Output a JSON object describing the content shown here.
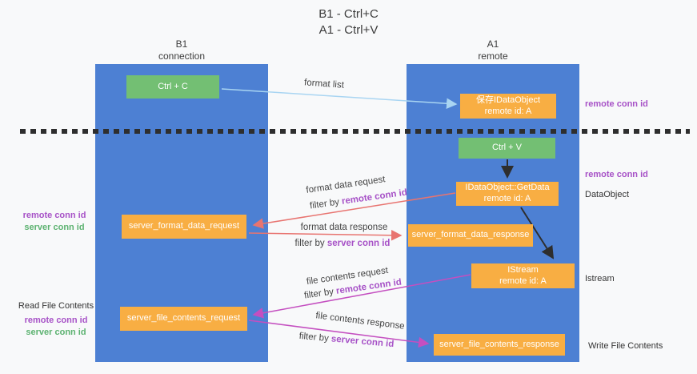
{
  "title": {
    "line1": "B1 - Ctrl+C",
    "line2": "A1 - Ctrl+V"
  },
  "columns": {
    "left": {
      "name": "B1",
      "subtitle": "connection"
    },
    "right": {
      "name": "A1",
      "subtitle": "remote"
    }
  },
  "boxes": {
    "ctrl_c": {
      "label": "Ctrl + C"
    },
    "save_idataobject": {
      "line1": "保存IDataObject",
      "line2": "remote id: A"
    },
    "ctrl_v": {
      "label": "Ctrl + V"
    },
    "getdata": {
      "line1": "IDataObject::GetData",
      "line2": "remote id: A"
    },
    "format_request": {
      "label": "server_format_data_request"
    },
    "format_response": {
      "label": "server_format_data_response"
    },
    "istream": {
      "line1": "IStream",
      "line2": "remote id: A"
    },
    "file_request": {
      "label": "server_file_contents_request"
    },
    "file_response": {
      "label": "server_file_contents_response"
    }
  },
  "flow_labels": {
    "format_list": "format list",
    "format_data_request": "format data request",
    "format_data_response": "format data response",
    "file_contents_request": "file contents request",
    "file_contents_response": "file contents response",
    "filter_by": "filter by ",
    "remote_conn_id": "remote conn id",
    "server_conn_id": "server conn id"
  },
  "side_labels": {
    "left_remote_conn_id": "remote conn id",
    "left_server_conn_id": "server conn id",
    "read_file_contents": "Read File Contents",
    "left_remote_conn_id_2": "remote conn id",
    "left_server_conn_id_2": "server conn id",
    "right_remote_conn_id_1": "remote conn id",
    "right_remote_conn_id_2": "remote conn id",
    "dataobject": "DataObject",
    "istream": "Istream",
    "write_file_contents": "Write File Contents"
  },
  "colors": {
    "column_blue": "#4d80d3",
    "box_green": "#73bf73",
    "box_orange": "#f8ae43",
    "arrow_light_blue": "#a9d5f2",
    "arrow_red": "#e87470",
    "arrow_magenta": "#c44fc0",
    "arrow_black": "#2e2e2e",
    "text_purple": "#a752c7",
    "text_green": "#5cb270",
    "background": "#f8f9fa"
  }
}
